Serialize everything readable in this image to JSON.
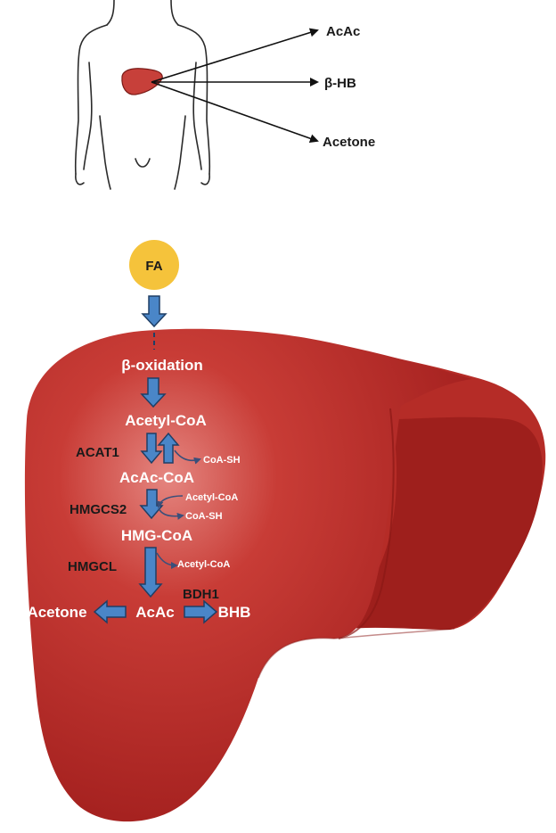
{
  "body_outputs": {
    "acac": "AcAc",
    "bhb": "β-HB",
    "acetone": "Acetone"
  },
  "pathway": {
    "fa": "FA",
    "beta_oxidation": "β-oxidation",
    "acetyl_coa": "Acetyl-CoA",
    "acacoa": "AcAc-CoA",
    "hmg_coa": "HMG-CoA",
    "acac": "AcAc",
    "acetone": "Acetone",
    "bhb": "BHB"
  },
  "enzymes": {
    "acat1": "ACAT1",
    "hmgcs2": "HMGCS2",
    "hmgcl": "HMGCL",
    "bdh1": "BDH1"
  },
  "side_products": {
    "coash_1": "CoA-SH",
    "acetylcoa_in": "Acetyl-CoA",
    "coash_2": "CoA-SH",
    "acetylcoa_out": "Acetyl-CoA"
  },
  "colors": {
    "liver_dark": "#a41f1c",
    "liver_mid": "#c23a35",
    "liver_light": "#dd6b65",
    "fa_circle": "#f5c33b",
    "arrow_fill": "#4a86c8",
    "arrow_stroke": "#1f3f66"
  }
}
